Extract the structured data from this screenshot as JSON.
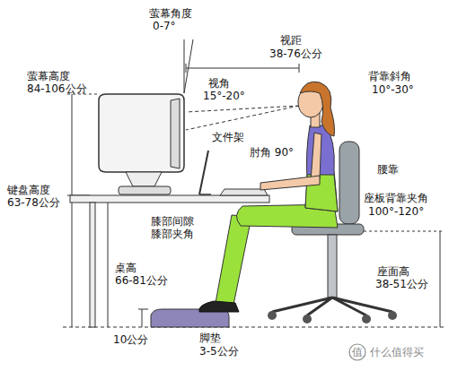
{
  "diagram": {
    "labels": [
      "萤幕角度",
      "0-7°",
      "视距",
      "38-76公分",
      "背靠斜角",
      "10°-30°",
      "萤幕高度",
      "84-106公分",
      "视角",
      "15°-20°",
      "文件架",
      "肘角 90°",
      "腰靠",
      "键盘高度",
      "63-78公分",
      "膝部间隙",
      "膝部夹角",
      "座板背靠夹角",
      "100°-120°",
      "桌高",
      "66-81公分",
      "座面高",
      "38-51公分",
      "10公分",
      "脚垫",
      "3-5公分",
      "值",
      "什么值得买"
    ]
  }
}
